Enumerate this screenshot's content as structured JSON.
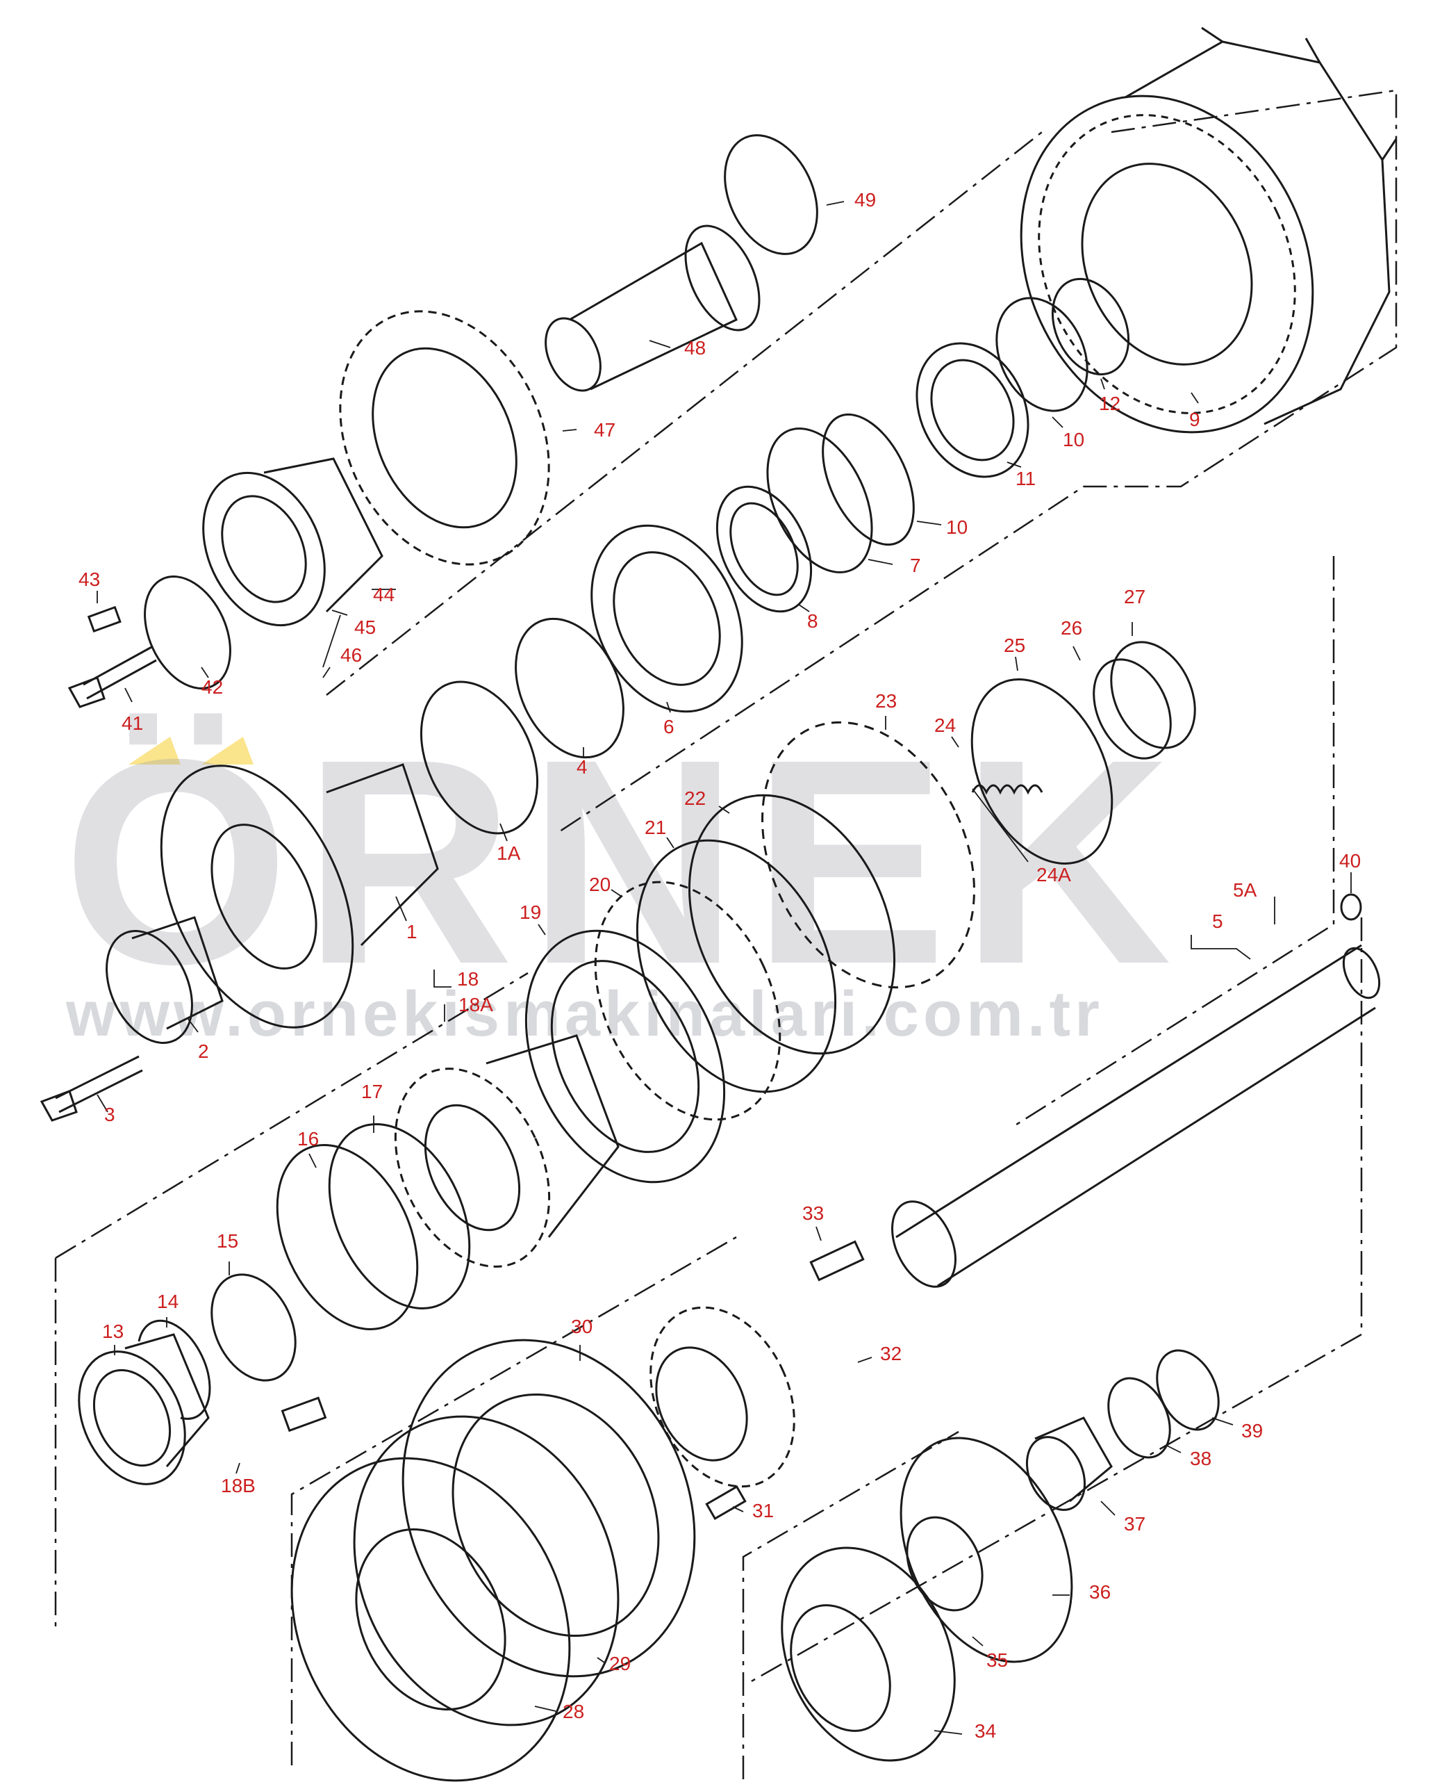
{
  "watermark": {
    "brand": "ÖRNEK",
    "url": "www.ornekismakinalari.com.tr",
    "accent_color": "#f4c400",
    "text_color": "#9a9ca6"
  },
  "colors": {
    "label": "#cc1f1f",
    "line": "#1a1a1a",
    "background": "#ffffff"
  },
  "callouts": [
    {
      "id": "1",
      "text": "1"
    },
    {
      "id": "1A",
      "text": "1A"
    },
    {
      "id": "2",
      "text": "2"
    },
    {
      "id": "3",
      "text": "3"
    },
    {
      "id": "4",
      "text": "4"
    },
    {
      "id": "5",
      "text": "5"
    },
    {
      "id": "5A",
      "text": "5A"
    },
    {
      "id": "6",
      "text": "6"
    },
    {
      "id": "7",
      "text": "7"
    },
    {
      "id": "8",
      "text": "8"
    },
    {
      "id": "9",
      "text": "9"
    },
    {
      "id": "10a",
      "text": "10"
    },
    {
      "id": "10b",
      "text": "10"
    },
    {
      "id": "11",
      "text": "11"
    },
    {
      "id": "12",
      "text": "12"
    },
    {
      "id": "13",
      "text": "13"
    },
    {
      "id": "14",
      "text": "14"
    },
    {
      "id": "15",
      "text": "15"
    },
    {
      "id": "16",
      "text": "16"
    },
    {
      "id": "17",
      "text": "17"
    },
    {
      "id": "18",
      "text": "18"
    },
    {
      "id": "18A",
      "text": "18A"
    },
    {
      "id": "18B",
      "text": "18B"
    },
    {
      "id": "19",
      "text": "19"
    },
    {
      "id": "20",
      "text": "20"
    },
    {
      "id": "21",
      "text": "21"
    },
    {
      "id": "22",
      "text": "22"
    },
    {
      "id": "23",
      "text": "23"
    },
    {
      "id": "24",
      "text": "24"
    },
    {
      "id": "24A",
      "text": "24A"
    },
    {
      "id": "25",
      "text": "25"
    },
    {
      "id": "26",
      "text": "26"
    },
    {
      "id": "27",
      "text": "27"
    },
    {
      "id": "28",
      "text": "28"
    },
    {
      "id": "29",
      "text": "29"
    },
    {
      "id": "30",
      "text": "30"
    },
    {
      "id": "31",
      "text": "31"
    },
    {
      "id": "32",
      "text": "32"
    },
    {
      "id": "33",
      "text": "33"
    },
    {
      "id": "34",
      "text": "34"
    },
    {
      "id": "35",
      "text": "35"
    },
    {
      "id": "36",
      "text": "36"
    },
    {
      "id": "37",
      "text": "37"
    },
    {
      "id": "38",
      "text": "38"
    },
    {
      "id": "39",
      "text": "39"
    },
    {
      "id": "40",
      "text": "40"
    },
    {
      "id": "41",
      "text": "41"
    },
    {
      "id": "42",
      "text": "42"
    },
    {
      "id": "43",
      "text": "43"
    },
    {
      "id": "44",
      "text": "44"
    },
    {
      "id": "45",
      "text": "45"
    },
    {
      "id": "46",
      "text": "46"
    },
    {
      "id": "47",
      "text": "47"
    },
    {
      "id": "48",
      "text": "48"
    },
    {
      "id": "49",
      "text": "49"
    }
  ]
}
